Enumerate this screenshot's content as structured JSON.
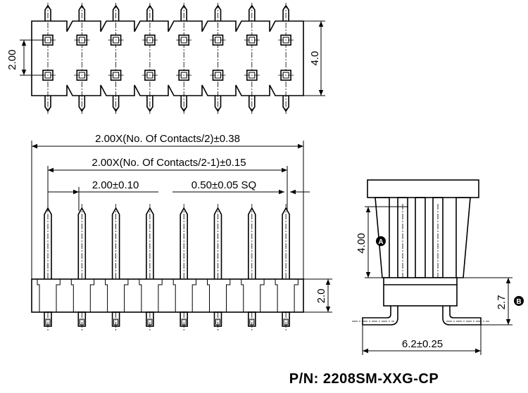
{
  "part_number": "P/N: 2208SM-XXG-CP",
  "top_view": {
    "pitch_label": "2.00",
    "width_label": "4.0",
    "contacts_per_row": 8,
    "rows": 2
  },
  "front_view": {
    "overall_length_label": "2.00X(No. Of Contacts/2)±0.38",
    "pin_span_label": "2.00X(No. Of Contacts/2-1)±0.15",
    "pitch_label": "2.00±0.10",
    "pin_size_label": "0.50±0.05 SQ",
    "body_height_label": "2.0"
  },
  "side_view": {
    "pin_length_label": "4.00",
    "standoff_label": "2.7",
    "footprint_label": "6.2±0.25",
    "marker_a": "A",
    "marker_b": "B"
  },
  "colors": {
    "line": "#000000",
    "background": "#ffffff",
    "marker": "#000000"
  }
}
